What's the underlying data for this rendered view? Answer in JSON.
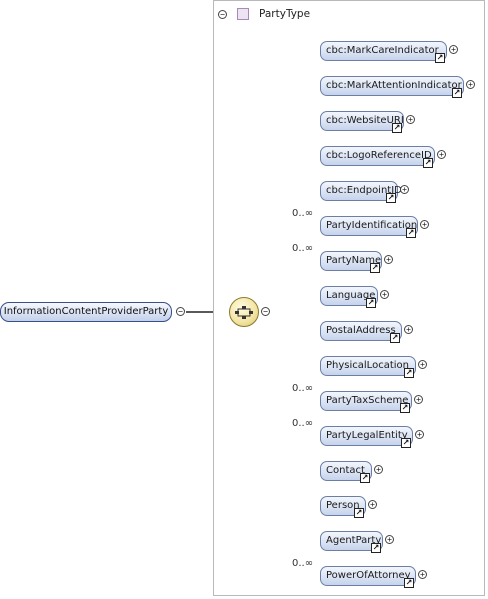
{
  "root": {
    "label": "InformationContentProviderParty"
  },
  "type": {
    "label": "PartyType",
    "swatch_color": "#ece4f2"
  },
  "children": [
    {
      "label": "cbc:MarkCareIndicator",
      "card": "",
      "ref": true
    },
    {
      "label": "cbc:MarkAttentionIndicator",
      "card": "",
      "ref": true
    },
    {
      "label": "cbc:WebsiteURI",
      "card": "",
      "ref": true
    },
    {
      "label": "cbc:LogoReferenceID",
      "card": "",
      "ref": true
    },
    {
      "label": "cbc:EndpointID",
      "card": "",
      "ref": true
    },
    {
      "label": "PartyIdentification",
      "card": "0..∞",
      "ref": true
    },
    {
      "label": "PartyName",
      "card": "0..∞",
      "ref": true
    },
    {
      "label": "Language",
      "card": "",
      "ref": true
    },
    {
      "label": "PostalAddress",
      "card": "",
      "ref": true
    },
    {
      "label": "PhysicalLocation",
      "card": "",
      "ref": true
    },
    {
      "label": "PartyTaxScheme",
      "card": "0..∞",
      "ref": true
    },
    {
      "label": "PartyLegalEntity",
      "card": "0..∞",
      "ref": true
    },
    {
      "label": "Contact",
      "card": "",
      "ref": true
    },
    {
      "label": "Person",
      "card": "",
      "ref": true
    },
    {
      "label": "AgentParty",
      "card": "",
      "ref": true
    },
    {
      "label": "PowerOfAttorney",
      "card": "0..∞",
      "ref": true
    }
  ],
  "icons": {
    "expand": "plus-icon",
    "collapse": "minus-icon",
    "reference": "reference-arrow-icon",
    "sequence": "sequence-compositor-icon"
  }
}
